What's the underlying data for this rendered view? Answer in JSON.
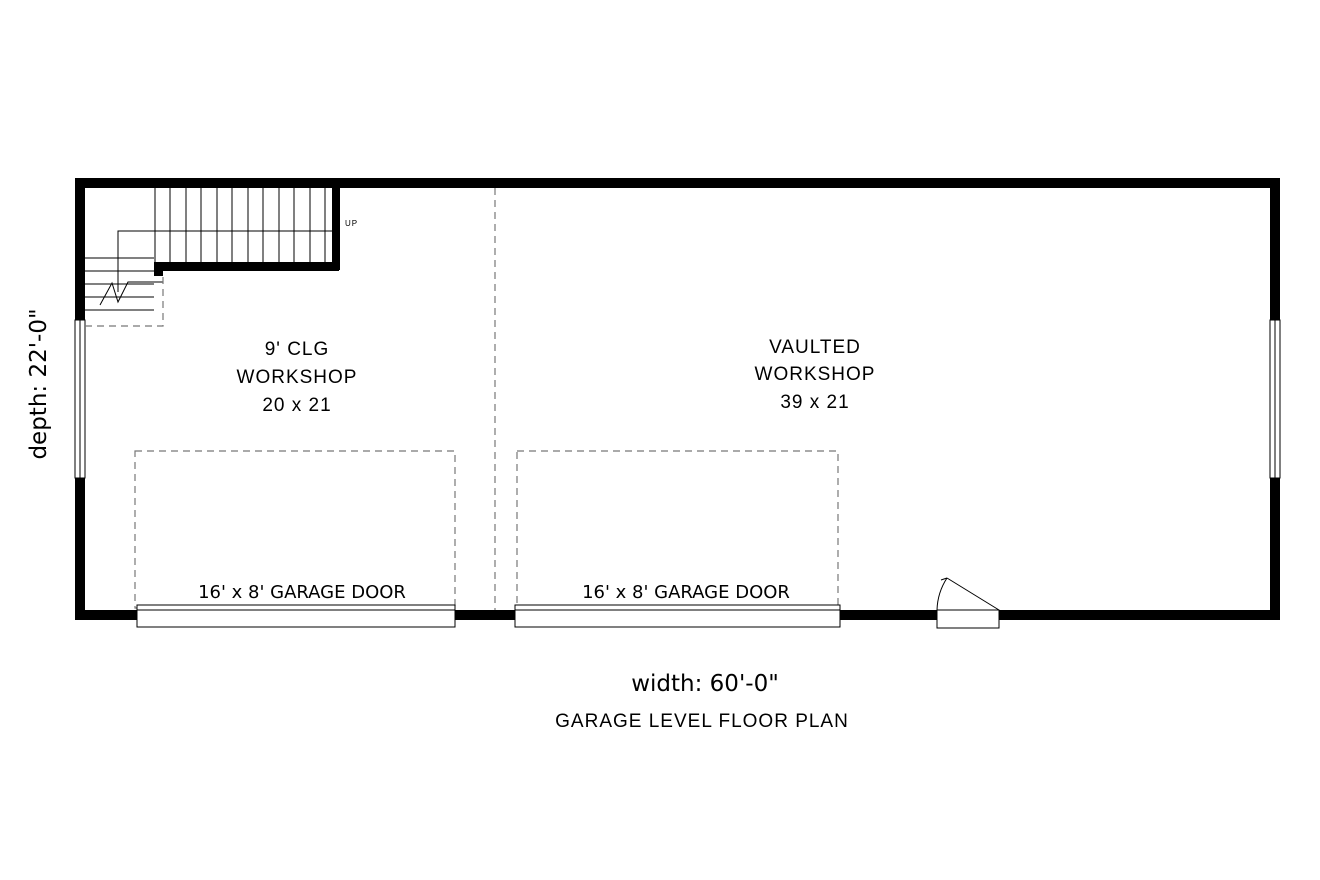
{
  "rooms": {
    "left": {
      "ceiling": "9' CLG",
      "name": "WORKSHOP",
      "size": "20 x 21"
    },
    "right": {
      "ceiling": "VAULTED",
      "name": "WORKSHOP",
      "size": "39 x 21"
    }
  },
  "garage_doors": {
    "left": "16' x 8' GARAGE DOOR",
    "right": "16' x 8' GARAGE DOOR"
  },
  "stairs": {
    "direction_label": "UP"
  },
  "dimensions": {
    "width": "width: 60'-0\"",
    "depth": "depth: 22'-0\""
  },
  "plan_title": "GARAGE LEVEL FLOOR PLAN"
}
